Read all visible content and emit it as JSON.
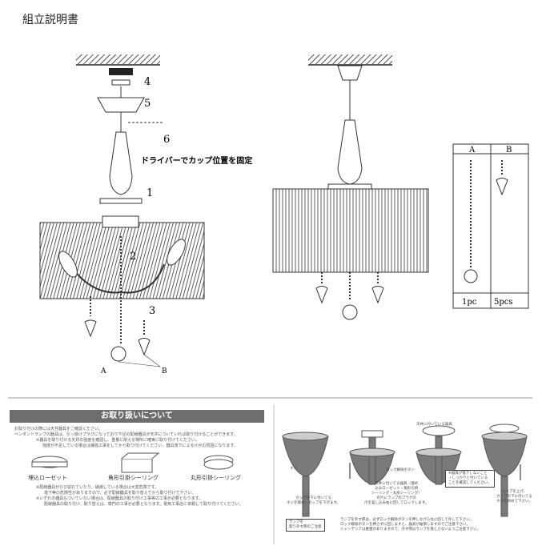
{
  "title": "組立説明書",
  "left_diagram": {
    "step_labels": [
      "4",
      "5",
      "6",
      "1",
      "2",
      "3"
    ],
    "screwdriver_note": "ドライバーでカップ位置を固定",
    "parts": [
      "A",
      "B"
    ]
  },
  "parts_box": {
    "headers": [
      "A",
      "B"
    ],
    "quantities": [
      "1pc",
      "5pcs"
    ]
  },
  "handling": {
    "banner": "お取り扱いについて",
    "lines": [
      "お取り付けの際には天井器具をご確認ください。",
      "ペンダントランプの器具は、引っ掛けプラグになっており下記の配線器具が天井についていれば取り付けることができます。",
      "※器具を取り付ける天井の強度を確認し、重量に耐える場所に確実に取り付けてください。",
      "強度が不足している場合は補強工事をしてから取り付けてください。器具落下によるけがの原因になります。"
    ],
    "fixtures": [
      "埋込ローゼット",
      "角形引掛シーリング",
      "丸形引掛シーリング"
    ],
    "warnings": [
      "※配線器具がひび割れていたり、破損している場合は大変危険です。",
      "落下等の危険性がありますので、必ず配線器具を取り替えてから取り付けて下さい。",
      "※いずれの器具もついていない場合は、配線器具の取り付け工事等の工事が必要となります。",
      "配線器具の取り付け、取り替えは、専門の工事が必要となります。電気工事店に依頼して取り付けてください。"
    ]
  },
  "install": {
    "screw_label": "ネジ",
    "ceiling_fixture_label": "天井に付いている器具",
    "lock_button_label": "ロック解除ボタン",
    "confirm_note": [
      "※器具が落下しないこと",
      "・しっかりと付いている",
      "ことを確認してください。"
    ],
    "step1": [
      "カップの下に付いてる",
      "ネジを緩め、カップを下げます。"
    ],
    "step2": [
      "天井に付いてる器具（埋め",
      "込みローゼット・角形引掛",
      "シーリング・丸形シーリング）",
      "の穴にランプのプラグの",
      "爪を差し込み右に回してロックします。"
    ],
    "step3": [
      "カップを上げ、",
      "カップの下に付いてる",
      "ネジを締めて下さい。"
    ],
    "removal_label": [
      "ランプを",
      "取り外す際のご注意"
    ],
    "removal_text": [
      "ランプを外す際は、必ずロック解除ボタンを押しながら左に回して外して下さい。",
      "ロック解除ボタンを押さずに回しますと、器具が破損しますのでご注意下さい。",
      "シャンデリアは重量がありますので、外す際はランプを落とさないようご注意下さい。"
    ]
  }
}
